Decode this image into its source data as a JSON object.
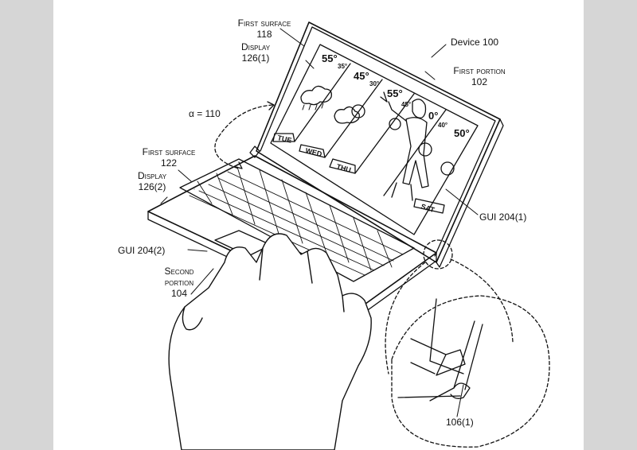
{
  "labels": {
    "first_surface_top": "First surface",
    "first_surface_top_num": "118",
    "display_top": "Display",
    "display_top_num": "126(1)",
    "device": "Device 100",
    "first_portion": "First portion",
    "first_portion_num": "102",
    "alpha": "α = 110",
    "first_surface_bottom": "First surface",
    "first_surface_bottom_num": "122",
    "display_bottom": "Display",
    "display_bottom_num": "126(2)",
    "gui_top": "GUI 204(1)",
    "gui_bottom": "GUI 204(2)",
    "second_portion": "Second",
    "second_portion_2": "portion",
    "second_portion_num": "104",
    "hinge": "106(1)"
  },
  "weather": {
    "days": [
      "TUE",
      "WED",
      "THU",
      "SAT"
    ],
    "highs": [
      "55°",
      "45°",
      "55°",
      "0°",
      "50°"
    ],
    "lows": [
      "35°",
      "30°",
      "45°",
      "40°"
    ]
  }
}
